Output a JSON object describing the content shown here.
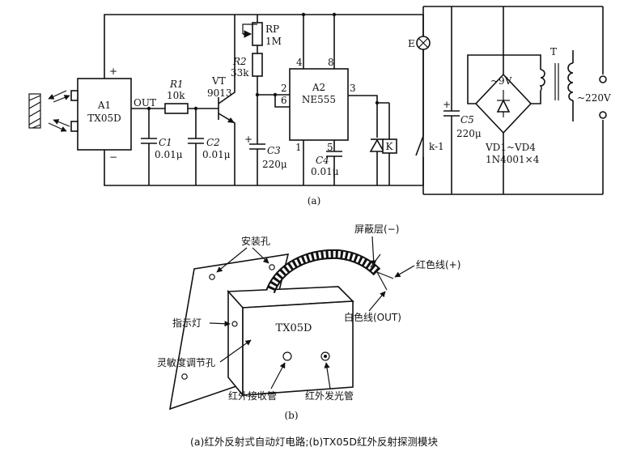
{
  "circuit": {
    "sensor": {
      "ref": "A1",
      "part": "TX05D",
      "pin_out": "OUT",
      "pin_pos": "+",
      "pin_neg": "−"
    },
    "r1": {
      "ref": "R1",
      "value": "10k"
    },
    "c1": {
      "ref": "C1",
      "value": "0.01μ"
    },
    "c2": {
      "ref": "C2",
      "value": "0.01μ"
    },
    "vt": {
      "ref": "VT",
      "part": "9013"
    },
    "rp": {
      "ref": "RP",
      "value": "1M"
    },
    "r2": {
      "ref": "R2",
      "value": "33k"
    },
    "c3": {
      "ref": "C3",
      "value": "220μ",
      "pol": "+"
    },
    "timer": {
      "ref": "A2",
      "part": "NE555",
      "pins": [
        "4",
        "8",
        "2",
        "6",
        "3",
        "1",
        "5"
      ]
    },
    "c4": {
      "ref": "C4",
      "value": "0.01μ"
    },
    "relay": {
      "ref": "K",
      "contact": "k-1"
    },
    "lamp": {
      "ref": "E"
    },
    "c5": {
      "ref": "C5",
      "value": "220μ",
      "pol": "+"
    },
    "bridge": {
      "ref": "VD1~VD4",
      "part": "1N4001×4"
    },
    "ac": {
      "sec": "~9V",
      "mains": "~220V",
      "transformer": "T"
    },
    "label": "(a)"
  },
  "module": {
    "name": "TX05D",
    "mount_hole": "安装孔",
    "shield": "屏蔽层(−)",
    "red_wire": "红色线(+)",
    "white_wire": "白色线(OUT)",
    "indicator": "指示灯",
    "sens_hole": "灵敏度调节孔",
    "ir_rx": "红外接收管",
    "ir_tx": "红外发光管",
    "label": "(b)"
  },
  "caption": "(a)红外反射式自动灯电路;(b)TX05D红外反射探测模块"
}
